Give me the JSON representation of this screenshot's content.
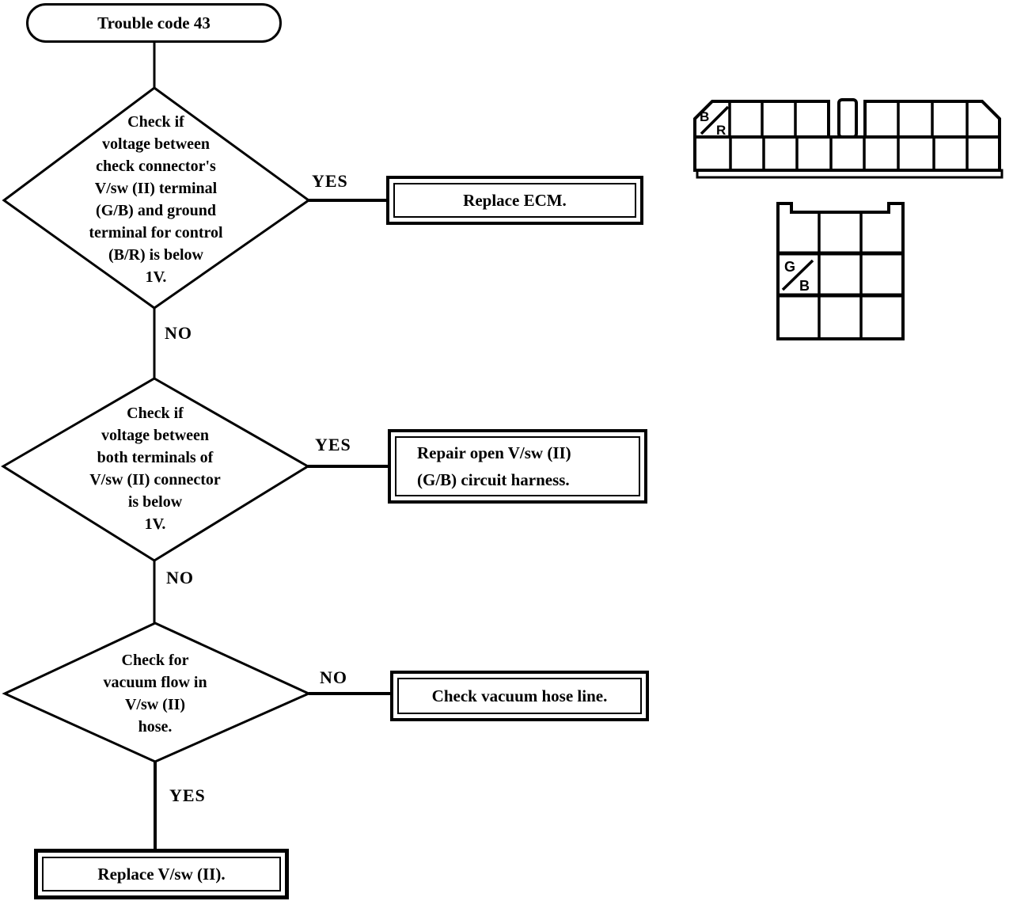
{
  "diagram": {
    "start": {
      "label": "Trouble code 43"
    },
    "decisions": [
      {
        "text": "Check if\nvoltage between\ncheck connector's\nV/sw (II) terminal\n(G/B) and ground\nterminal for control\n(B/R) is below\n1V.",
        "branch_right": "YES",
        "branch_down": "NO"
      },
      {
        "text": "Check if\nvoltage between\nboth terminals of\nV/sw (II) connector\nis below\n1V.",
        "branch_right": "YES",
        "branch_down": "NO"
      },
      {
        "text": "Check for\nvacuum flow in\nV/sw (II)\nhose.",
        "branch_right": "NO",
        "branch_down": "YES"
      }
    ],
    "actions": [
      {
        "text": "Replace ECM."
      },
      {
        "text": "Repair open V/sw (II)\n(G/B) circuit harness."
      },
      {
        "text": "Check vacuum hose line."
      },
      {
        "text": "Replace V/sw (II)."
      }
    ],
    "connectors": {
      "check_connector": {
        "pin_top": "B",
        "pin_bottom": "R"
      },
      "vsw_connector": {
        "pin_top": "G",
        "pin_bottom": "B"
      }
    },
    "colors": {
      "ink": "#000000",
      "paper": "#ffffff"
    }
  }
}
